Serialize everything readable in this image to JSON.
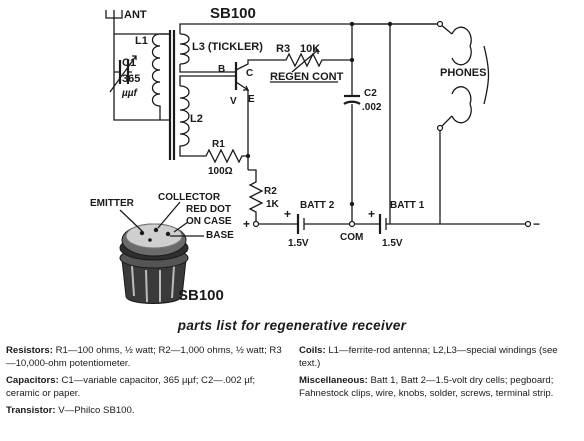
{
  "diagram": {
    "transistor_label": "SB100",
    "antenna_label": "ANT",
    "l1_label": "L1",
    "c1_label": "C1",
    "c1_value": "365",
    "c1_unit": "µµf",
    "l3_label": "L3 (TICKLER)",
    "r3_label": "R3",
    "r3_value": "10K",
    "regen_label": "REGEN CONT",
    "pin_b": "B",
    "pin_c": "C",
    "pin_e": "E",
    "pin_v": "V",
    "l2_label": "L2",
    "r1_label": "R1",
    "r1_value": "100Ω",
    "c2_label": "C2",
    "c2_value": ".002",
    "phones_label": "PHONES",
    "r2_label": "R2",
    "r2_value": "1K",
    "batt2_label": "BATT 2",
    "batt1_label": "BATT 1",
    "batt2_voltage": "1.5V",
    "batt1_voltage": "1.5V",
    "com_label": "COM",
    "plus_sign": "+",
    "minus_sign": "−",
    "emitter_label": "EMITTER",
    "collector_label": "COLLECTOR",
    "red_dot_label": "RED DOT",
    "on_case_label": "ON CASE",
    "base_label": "BASE",
    "package_label": "SB100"
  },
  "parts_list": {
    "title": "parts list for regenerative receiver",
    "resistors_label": "Resistors:",
    "resistors_text": "R1—100 ohms, ½ watt; R2—1,000 ohms, ½ watt; R3—10,000-ohm potentiometer.",
    "capacitors_label": "Capacitors:",
    "capacitors_text": "C1—variable capacitor, 365 µµf; C2—.002 µf; ceramic or paper.",
    "transistor_label": "Transistor:",
    "transistor_text": "V—Philco SB100.",
    "coils_label": "Coils:",
    "coils_text": "L1—ferrite-rod antenna; L2,L3—special windings (see text.)",
    "misc_label": "Miscellaneous:",
    "misc_text": "Batt 1, Batt 2—1.5-volt dry cells; pegboard; Fahnestock clips, wire, knobs, solder, screws, terminal strip."
  }
}
